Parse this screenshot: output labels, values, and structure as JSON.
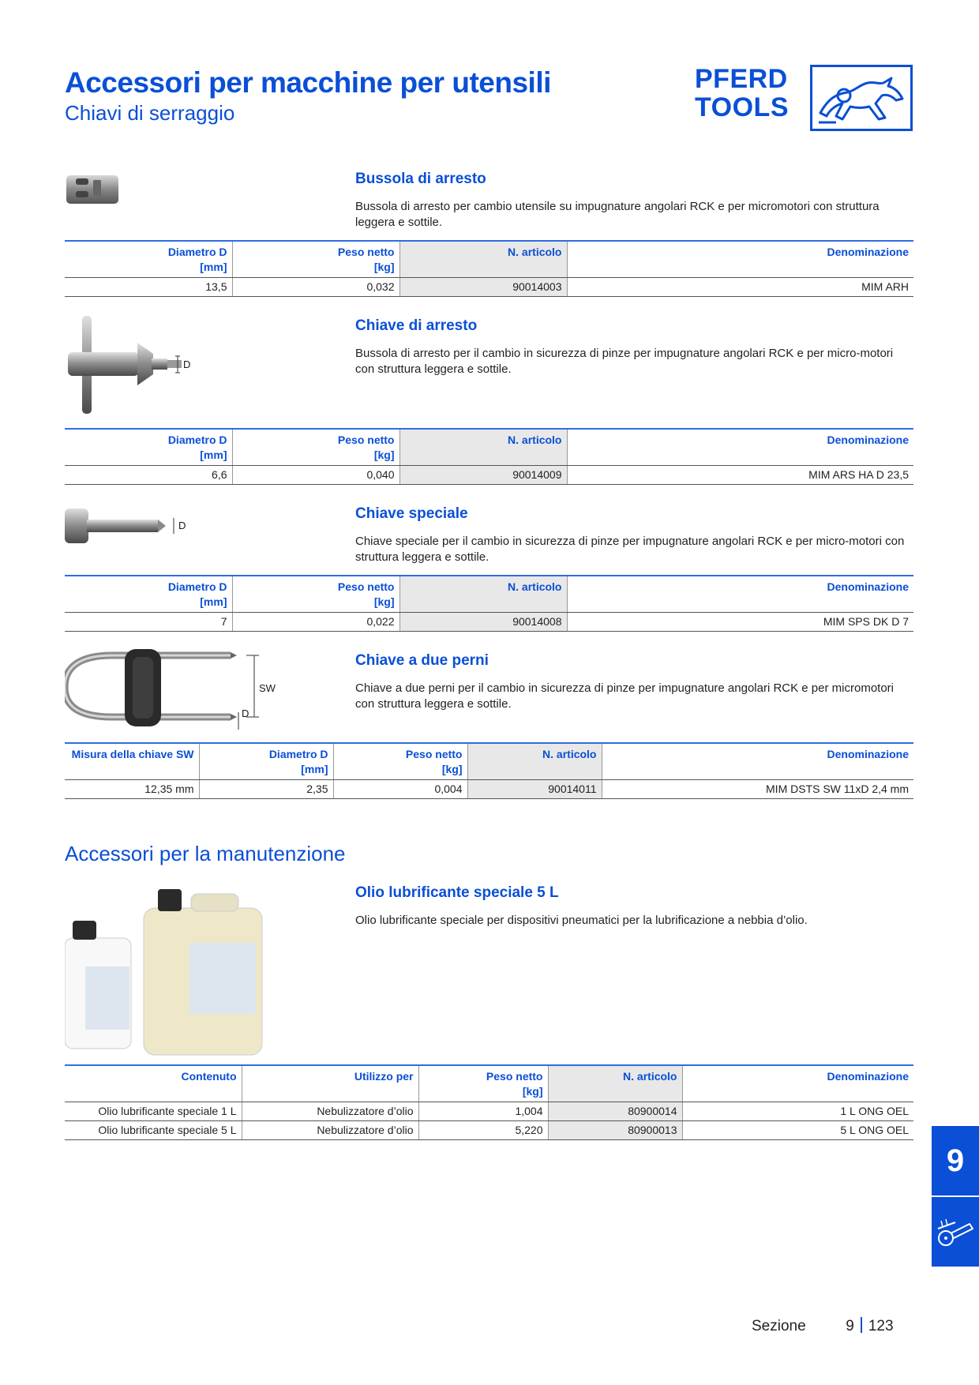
{
  "header": {
    "title": "Accessori per macchine per utensili",
    "subtitle": "Chiavi di serraggio",
    "logo_line1": "PFERD",
    "logo_line2": "TOOLS"
  },
  "products": [
    {
      "title": "Bussola di arresto",
      "description": "Bussola di arresto per cambio utensile su impugnature angolari RCK e per micromotori con struttura leggera e sottile.",
      "headers": [
        [
          "Diametro D",
          "[mm]"
        ],
        [
          "Peso netto",
          "[kg]"
        ],
        [
          "N. articolo",
          ""
        ],
        [
          "Denominazione",
          ""
        ]
      ],
      "rows": [
        [
          "13,5",
          "0,032",
          "90014003",
          "MIM ARH"
        ]
      ]
    },
    {
      "title": "Chiave di arresto",
      "description": "Bussola di arresto per il cambio in sicurezza di pinze per impugnature angolari RCK e per micro-motori con struttura leggera e sottile.",
      "dim_label": "D",
      "headers": [
        [
          "Diametro D",
          "[mm]"
        ],
        [
          "Peso netto",
          "[kg]"
        ],
        [
          "N. articolo",
          ""
        ],
        [
          "Denominazione",
          ""
        ]
      ],
      "rows": [
        [
          "6,6",
          "0,040",
          "90014009",
          "MIM ARS HA D 23,5"
        ]
      ]
    },
    {
      "title": "Chiave speciale",
      "description": "Chiave speciale per il cambio in sicurezza di pinze per impugnature angolari RCK e per micro-motori con struttura leggera e sottile.",
      "dim_label": "D",
      "headers": [
        [
          "Diametro D",
          "[mm]"
        ],
        [
          "Peso netto",
          "[kg]"
        ],
        [
          "N. articolo",
          ""
        ],
        [
          "Denominazione",
          ""
        ]
      ],
      "rows": [
        [
          "7",
          "0,022",
          "90014008",
          "MIM SPS DK D 7"
        ]
      ]
    },
    {
      "title": "Chiave a due perni",
      "description": "Chiave a due perni per il cambio in sicurezza di pinze per impugnature angolari RCK e per micromotori con struttura leggera e sottile.",
      "dim_label_sw": "SW",
      "dim_label": "D",
      "headers": [
        [
          "Misura della chiave SW",
          ""
        ],
        [
          "Diametro D",
          "[mm]"
        ],
        [
          "Peso netto",
          "[kg]"
        ],
        [
          "N. articolo",
          ""
        ],
        [
          "Denominazione",
          ""
        ]
      ],
      "rows": [
        [
          "12,35 mm",
          "2,35",
          "0,004",
          "90014011",
          "MIM DSTS SW 11xD 2,4 mm"
        ]
      ]
    }
  ],
  "maintenance": {
    "heading": "Accessori per la manutenzione",
    "title": "Olio lubrificante speciale 5 L",
    "description": "Olio lubrificante speciale per dispositivi pneumatici per la lubrificazione a nebbia d’olio.",
    "headers": [
      [
        "Contenuto",
        ""
      ],
      [
        "Utilizzo per",
        ""
      ],
      [
        "Peso netto",
        "[kg]"
      ],
      [
        "N. articolo",
        ""
      ],
      [
        "Denominazione",
        ""
      ]
    ],
    "rows": [
      [
        "Olio lubrificante speciale 1 L",
        "Nebulizzatore d’olio",
        "1,004",
        "80900014",
        "1 L ONG OEL"
      ],
      [
        "Olio lubrificante speciale 5 L",
        "Nebulizzatore d’olio",
        "5,220",
        "80900013",
        "5 L ONG OEL"
      ]
    ]
  },
  "side_tab": {
    "number": "9"
  },
  "footer": {
    "label": "Sezione",
    "section": "9",
    "page": "123"
  },
  "colors": {
    "brand_blue": "#0a4fd6",
    "article_bg": "#e8e8e8"
  }
}
